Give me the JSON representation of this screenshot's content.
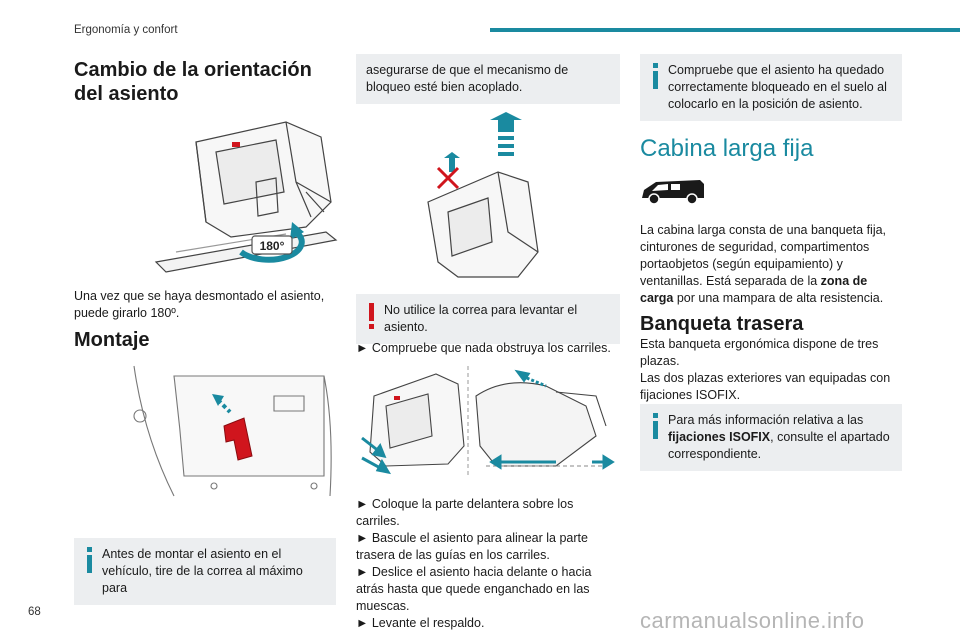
{
  "header": {
    "section": "Ergonomía y confort"
  },
  "page_number": "68",
  "col1": {
    "title1": "Cambio de la orientación del asiento",
    "rotation_label": "180°",
    "para1": "Una vez que se haya desmontado el asiento, puede girarlo 180º.",
    "title2": "Montaje",
    "note": "Antes de montar el asiento en el vehículo, tire de la correa al máximo para"
  },
  "col2": {
    "note_top": "asegurarse de que el mecanismo de bloqueo esté bien acoplado.",
    "warning": "No utilice la correa para levantar el asiento.",
    "step1": "► Compruebe que nada obstruya los carriles.",
    "steps": [
      "► Coloque la parte delantera sobre los carriles.",
      "► Bascule el asiento para alinear la parte trasera de las guías en los carriles.",
      "► Deslice el asiento hacia delante o hacia atrás hasta que quede enganchado en las muescas.",
      "► Levante el respaldo."
    ]
  },
  "col3": {
    "note_top": "Compruebe que el asiento ha quedado correctamente bloqueado en el suelo al colocarlo en la posición de asiento.",
    "title_big": "Cabina larga fija",
    "para_pre": "La cabina larga consta de una banqueta fija, cinturones de seguridad, compartimentos portaobjetos (según equipamiento) y ventanillas. Está separada de la ",
    "para_bold": "zona de carga",
    "para_post": " por una mampara de alta resistencia.",
    "title2": "Banqueta trasera",
    "para2_line1": "Esta banqueta ergonómica dispone de tres plazas.",
    "para2_line2": "Las dos plazas exteriores van equipadas con fijaciones ISOFIX.",
    "note_pre": "Para más información relativa a las ",
    "note_bold": "fijaciones ISOFIX",
    "note_post": ", consulte el apartado correspondiente."
  },
  "watermark": "carmanualsonline.info",
  "colors": {
    "accent": "#1a8aa0",
    "warning": "#d0151d",
    "note_bg": "#eceef0"
  }
}
